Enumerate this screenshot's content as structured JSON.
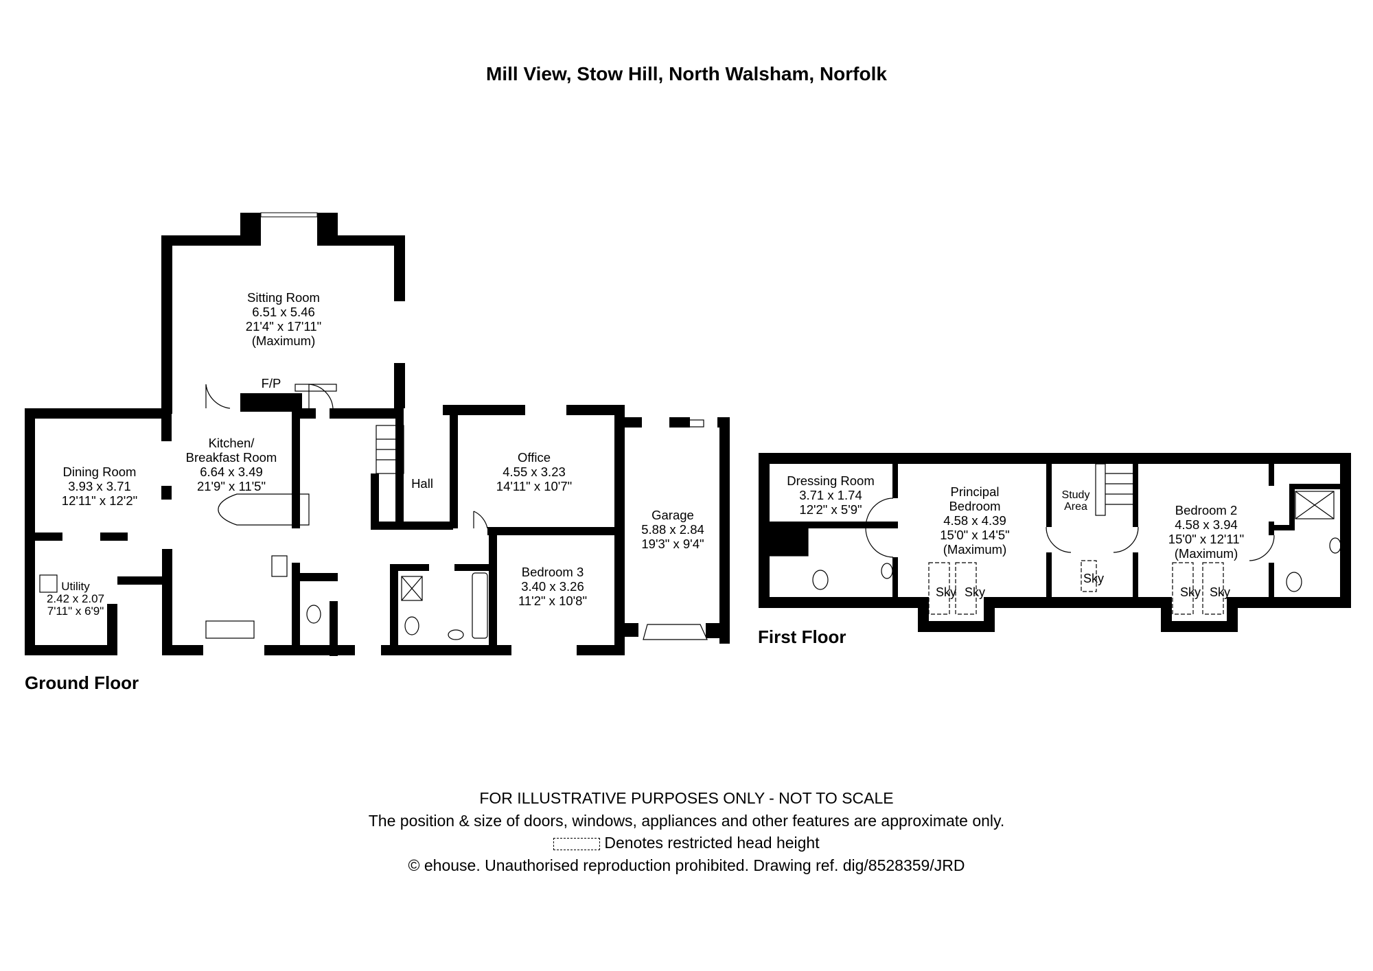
{
  "title": "Mill View, Stow Hill, North Walsham, Norfolk",
  "ground_floor": {
    "label": "Ground Floor",
    "rooms": {
      "sitting_room": {
        "name": "Sitting Room",
        "metric": "6.51 x 5.46",
        "imperial": "21'4\" x 17'11\"",
        "note": "(Maximum)"
      },
      "fireplace": {
        "name": "F/P"
      },
      "dining_room": {
        "name": "Dining Room",
        "metric": "3.93 x 3.71",
        "imperial": "12'11\" x 12'2\""
      },
      "kitchen": {
        "name": "Kitchen/",
        "name2": "Breakfast Room",
        "metric": "6.64 x 3.49",
        "imperial": "21'9\" x 11'5\""
      },
      "utility": {
        "name": "Utility",
        "metric": "2.42 x 2.07",
        "imperial": "7'11\" x 6'9\""
      },
      "hall": {
        "name": "Hall"
      },
      "office": {
        "name": "Office",
        "metric": "4.55 x 3.23",
        "imperial": "14'11\" x 10'7\""
      },
      "bedroom_3": {
        "name": "Bedroom 3",
        "metric": "3.40 x 3.26",
        "imperial": "11'2\" x 10'8\""
      },
      "garage": {
        "name": "Garage",
        "metric": "5.88 x 2.84",
        "imperial": "19'3\" x 9'4\""
      }
    }
  },
  "first_floor": {
    "label": "First Floor",
    "rooms": {
      "dressing_room": {
        "name": "Dressing Room",
        "metric": "3.71 x 1.74",
        "imperial": "12'2\" x 5'9\""
      },
      "principal_bedroom": {
        "name": "Principal",
        "name2": "Bedroom",
        "metric": "4.58 x 4.39",
        "imperial": "15'0\" x 14'5\"",
        "note": "(Maximum)"
      },
      "study_area": {
        "name": "Study",
        "name2": "Area"
      },
      "bedroom_2": {
        "name": "Bedroom 2",
        "metric": "4.58 x 3.94",
        "imperial": "15'0\" x 12'11\"",
        "note": "(Maximum)"
      }
    },
    "skylight_label": "Sky"
  },
  "footer": {
    "disclaimer": "FOR ILLUSTRATIVE PURPOSES ONLY - NOT TO SCALE",
    "note": "The position & size of doors, windows, appliances and other features are approximate only.",
    "legend": "Denotes restricted head height",
    "copyright": "© ehouse. Unauthorised reproduction prohibited. Drawing ref. dig/8528359/JRD"
  }
}
